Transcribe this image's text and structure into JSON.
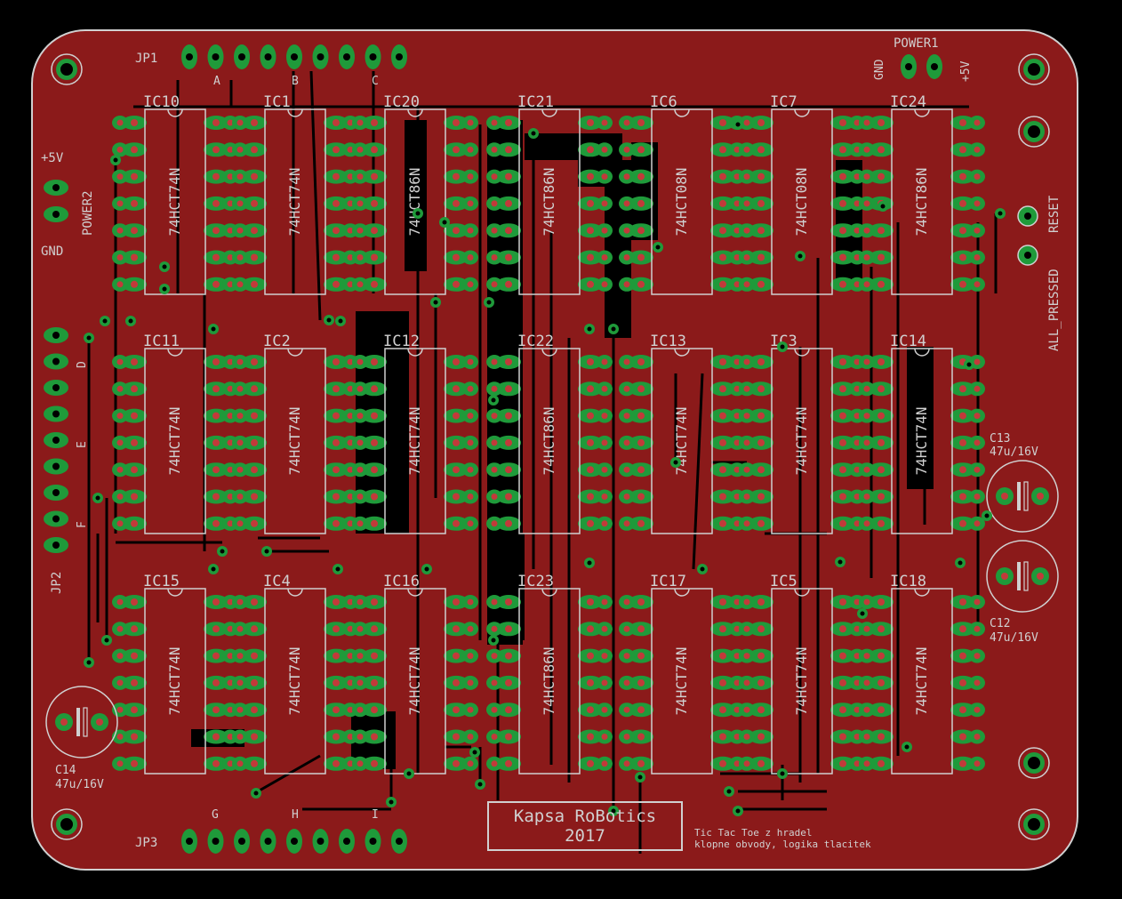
{
  "colors": {
    "background": "#000000",
    "copper": "#8b1a1a",
    "copper_dark": "#6e1010",
    "pad": "#1f9a3a",
    "drill": "#c23a3a",
    "silk": "#d0d0d0",
    "hole": "#000000"
  },
  "jumpers": {
    "jp1": {
      "label": "JP1",
      "letters": [
        "A",
        "B",
        "C"
      ]
    },
    "jp2": {
      "label": "JP2",
      "letters": [
        "D",
        "E",
        "F"
      ]
    },
    "jp3": {
      "label": "JP3",
      "letters": [
        "G",
        "H",
        "I"
      ]
    },
    "power1": {
      "label": "POWER1",
      "gnd": "GND",
      "vcc": "+5V"
    },
    "power2": {
      "label": "POWER2",
      "gnd": "GND",
      "vcc": "+5V"
    }
  },
  "buttons": {
    "reset": "RESET",
    "all_pressed": "ALL_PRESSED"
  },
  "ics": [
    {
      "ref": "IC10",
      "part": "74HCT74N"
    },
    {
      "ref": "IC1",
      "part": "74HCT74N"
    },
    {
      "ref": "IC20",
      "part": "74HCT86N"
    },
    {
      "ref": "IC21",
      "part": "74HCT86N"
    },
    {
      "ref": "IC6",
      "part": "74HCT08N"
    },
    {
      "ref": "IC7",
      "part": "74HCT08N"
    },
    {
      "ref": "IC24",
      "part": "74HCT86N"
    },
    {
      "ref": "IC11",
      "part": "74HCT74N"
    },
    {
      "ref": "IC2",
      "part": "74HCT74N"
    },
    {
      "ref": "IC12",
      "part": "74HCT74N"
    },
    {
      "ref": "IC22",
      "part": "74HCT86N"
    },
    {
      "ref": "IC13",
      "part": "74HCT74N"
    },
    {
      "ref": "IC3",
      "part": "74HCT74N"
    },
    {
      "ref": "IC14",
      "part": "74HCT74N"
    },
    {
      "ref": "IC15",
      "part": "74HCT74N"
    },
    {
      "ref": "IC4",
      "part": "74HCT74N"
    },
    {
      "ref": "IC16",
      "part": "74HCT74N"
    },
    {
      "ref": "IC23",
      "part": "74HCT86N"
    },
    {
      "ref": "IC17",
      "part": "74HCT74N"
    },
    {
      "ref": "IC5",
      "part": "74HCT74N"
    },
    {
      "ref": "IC18",
      "part": "74HCT74N"
    }
  ],
  "capacitors": [
    {
      "ref": "C13",
      "value": "47u/16V"
    },
    {
      "ref": "C12",
      "value": "47u/16V"
    },
    {
      "ref": "C14",
      "value": "47u/16V"
    }
  ],
  "logo": {
    "line1": "Kapsa RoBotics",
    "line2": "2017"
  },
  "note": {
    "line1": "Tic Tac Toe z hradel",
    "line2": "klopne obvody, logika tlacitek"
  }
}
